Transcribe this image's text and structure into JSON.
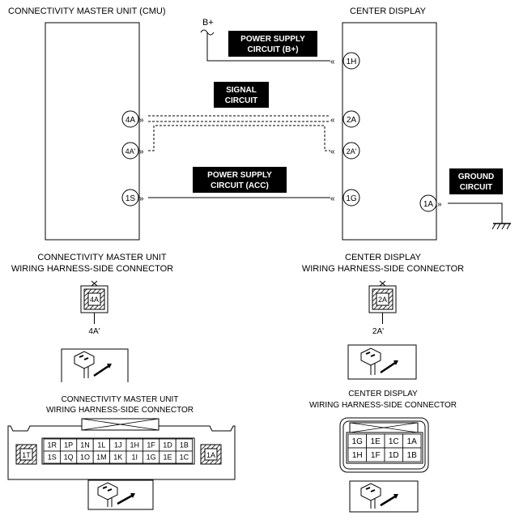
{
  "titles": {
    "cmu": "CONNECTIVITY MASTER UNIT (CMU)",
    "display": "CENTER DISPLAY"
  },
  "labels": {
    "b_plus": "B+",
    "power_b": [
      "POWER SUPPLY",
      "CIRCUIT (B+)"
    ],
    "signal": [
      "SIGNAL",
      "CIRCUIT"
    ],
    "power_acc": [
      "POWER SUPPLY",
      "CIRCUIT (ACC)"
    ],
    "ground": [
      "GROUND",
      "CIRCUIT"
    ]
  },
  "terminals": {
    "cmu": [
      "4A",
      "4A'",
      "1S"
    ],
    "display": [
      "1H",
      "2A",
      "2A'",
      "1G",
      "1A"
    ]
  },
  "connectors": {
    "cmu_small_title": [
      "CONNECTIVITY MASTER UNIT",
      "WIRING HARNESS-SIDE CONNECTOR"
    ],
    "cmu_small_pin": "4A",
    "cmu_small_sub": "4A'",
    "display_small_title": [
      "CENTER DISPLAY",
      "WIRING HARNESS-SIDE CONNECTOR"
    ],
    "display_small_pin": "2A",
    "display_small_sub": "2A'",
    "cmu_large_title": [
      "CONNECTIVITY MASTER UNIT",
      "WIRING HARNESS-SIDE CONNECTOR"
    ],
    "cmu_large_row1": [
      "1R",
      "1P",
      "1N",
      "1L",
      "1J",
      "1H",
      "1F",
      "1D",
      "1B"
    ],
    "cmu_large_row2": [
      "1S",
      "1Q",
      "1O",
      "1M",
      "1K",
      "1I",
      "1G",
      "1E",
      "1C"
    ],
    "cmu_large_left": "1T",
    "cmu_large_right": "1A",
    "display_large_title": [
      "CENTER DISPLAY",
      "WIRING HARNESS-SIDE CONNECTOR"
    ],
    "display_large_row1": [
      "1G",
      "1E",
      "1C",
      "1A"
    ],
    "display_large_row2": [
      "1H",
      "1F",
      "1D",
      "1B"
    ]
  }
}
